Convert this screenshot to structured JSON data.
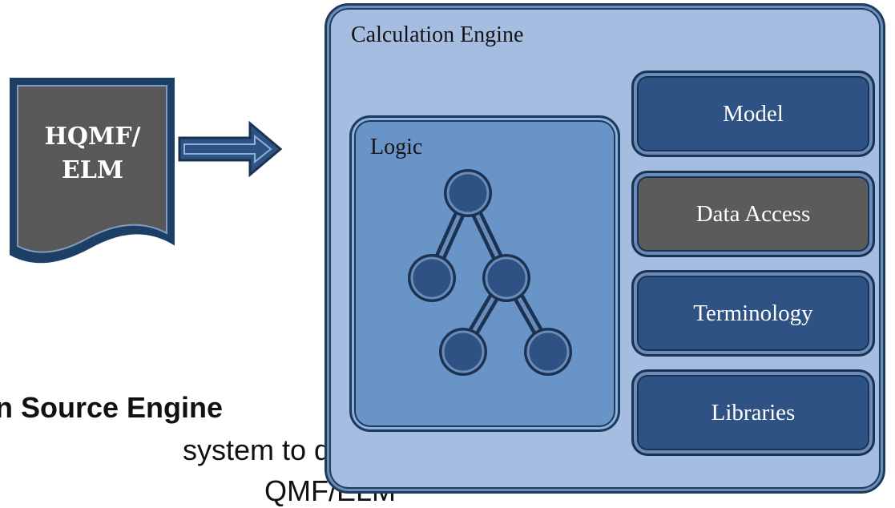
{
  "document": {
    "line1": "HQMF/",
    "line2": "ELM"
  },
  "engine": {
    "title": "Calculation Engine",
    "logic_label": "Logic",
    "components": [
      {
        "label": "Model",
        "style": "blue"
      },
      {
        "label": "Data Access",
        "style": "gray"
      },
      {
        "label": "Terminology",
        "style": "blue"
      },
      {
        "label": "Libraries",
        "style": "blue"
      }
    ]
  },
  "bottom_text": {
    "heading": "n Source Engine",
    "line1": "system to directly",
    "line2": "QMF/ELM"
  },
  "colors": {
    "engine_fill": "#a4bde0",
    "logic_fill": "#6994c7",
    "component_fill": "#2e5283",
    "data_access_fill": "#5b5b5b",
    "document_fill": "#585858",
    "outline": "#1f3b5e"
  }
}
